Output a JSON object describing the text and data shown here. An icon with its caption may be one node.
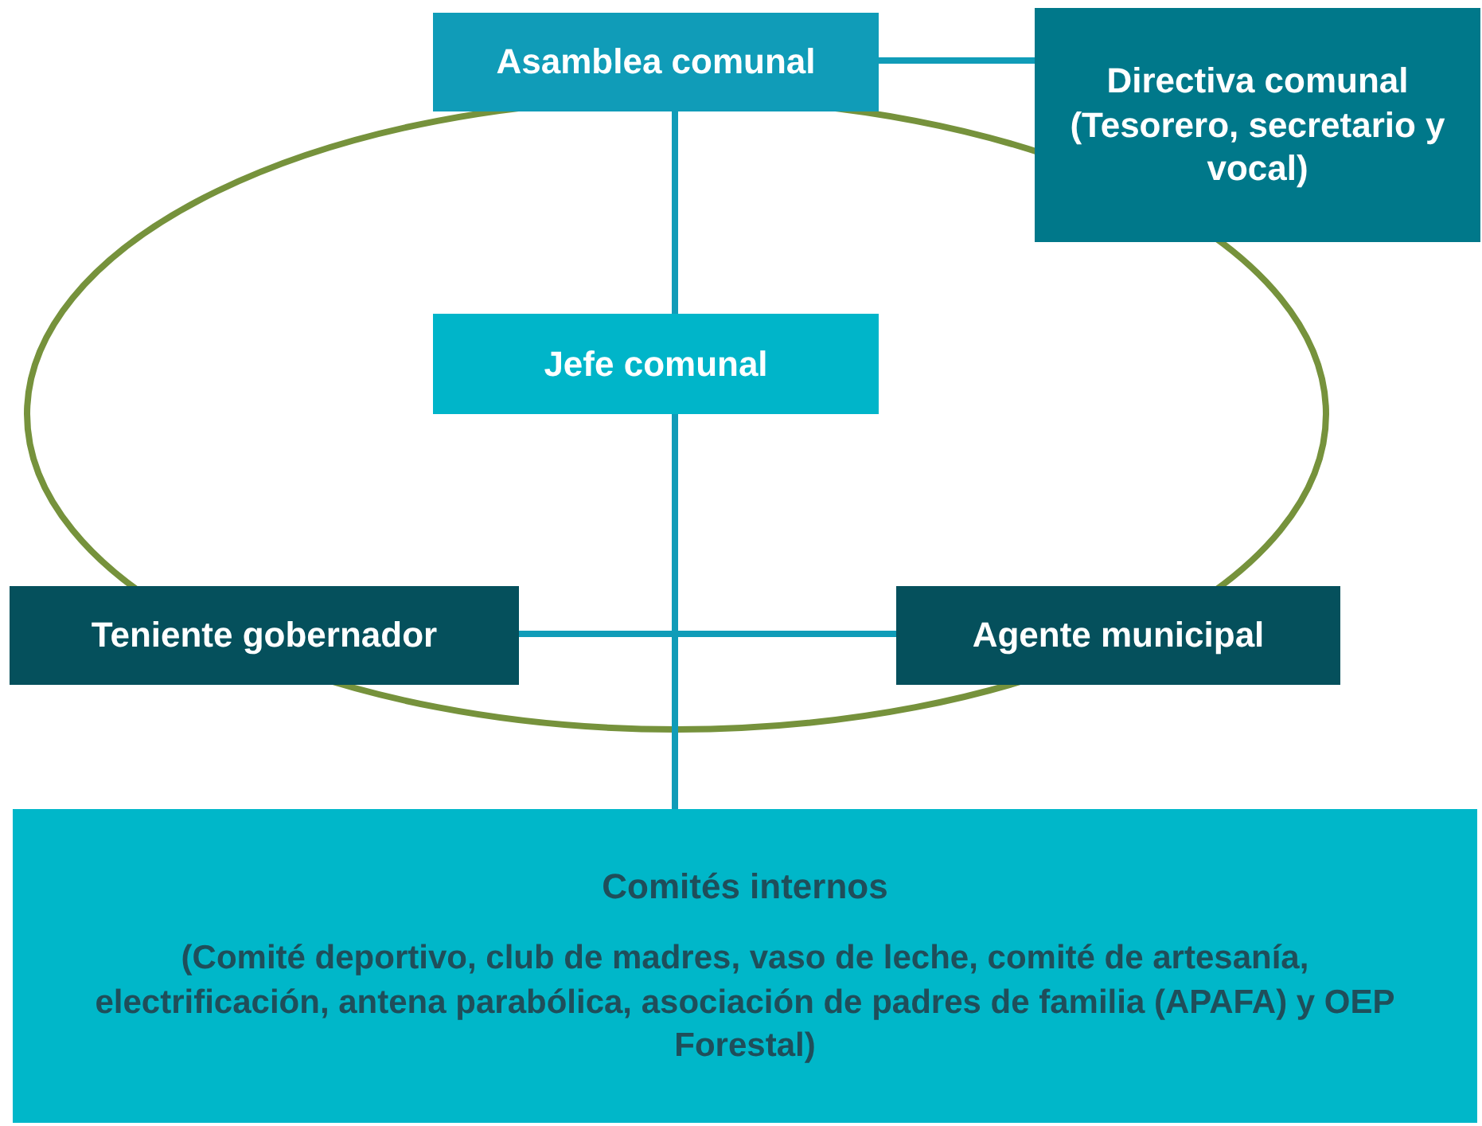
{
  "diagram": {
    "nodes": [
      {
        "text": [
          "Asamblea comunal"
        ]
      },
      {
        "text": [
          "Directiva comunal (Tesorero, secretario y vocal)"
        ]
      },
      {
        "text": [
          "Jefe comunal"
        ]
      },
      {
        "text": [
          "Teniente gobernador"
        ]
      },
      {
        "text": [
          "Agente municipal"
        ]
      },
      {
        "text": [
          "Comités internos",
          "(Comité deportivo, club de madres, vaso de leche, comité de artesanía, electrificación, antena parabólica, asociación de padres de familia (APAFA) y OEP Forestal)"
        ]
      }
    ],
    "edges": [
      {
        "from": 0,
        "to": 1,
        "arrow": "none"
      },
      {
        "from": 0,
        "to": 2,
        "arrow": "none"
      },
      {
        "from": 2,
        "to": 5,
        "arrow": "none"
      },
      {
        "from": 3,
        "to": 4,
        "arrow": "none"
      }
    ]
  }
}
